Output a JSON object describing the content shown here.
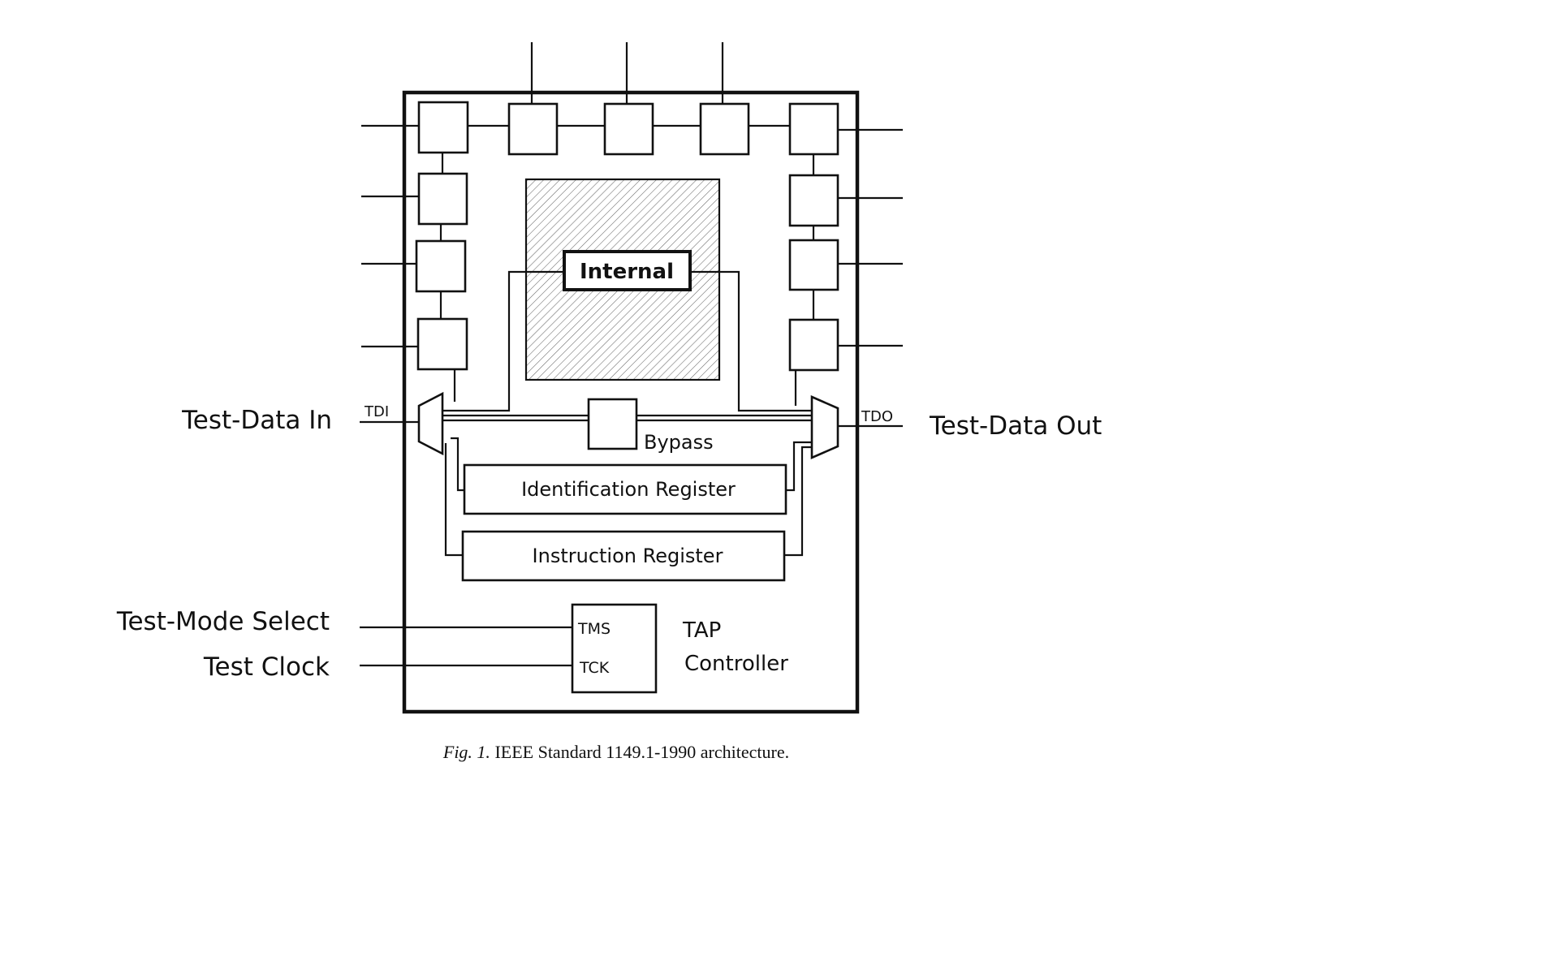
{
  "diagram": {
    "core_label": "Internal",
    "bypass_label": "Bypass",
    "id_register_label": "Identification Register",
    "instruction_register_label": "Instruction Register",
    "tap_line1": "TAP",
    "tap_line2": "Controller",
    "tms_pin": "TMS",
    "tck_pin": "TCK",
    "tdi_pin": "TDI",
    "tdo_pin": "TDO"
  },
  "signals": {
    "test_data_in": "Test-Data In",
    "test_data_out": "Test-Data Out",
    "test_mode_select": "Test-Mode Select",
    "test_clock": "Test Clock"
  },
  "caption": {
    "prefix": "Fig.  1.",
    "text": "IEEE Standard 1149.1-1990 architecture."
  }
}
